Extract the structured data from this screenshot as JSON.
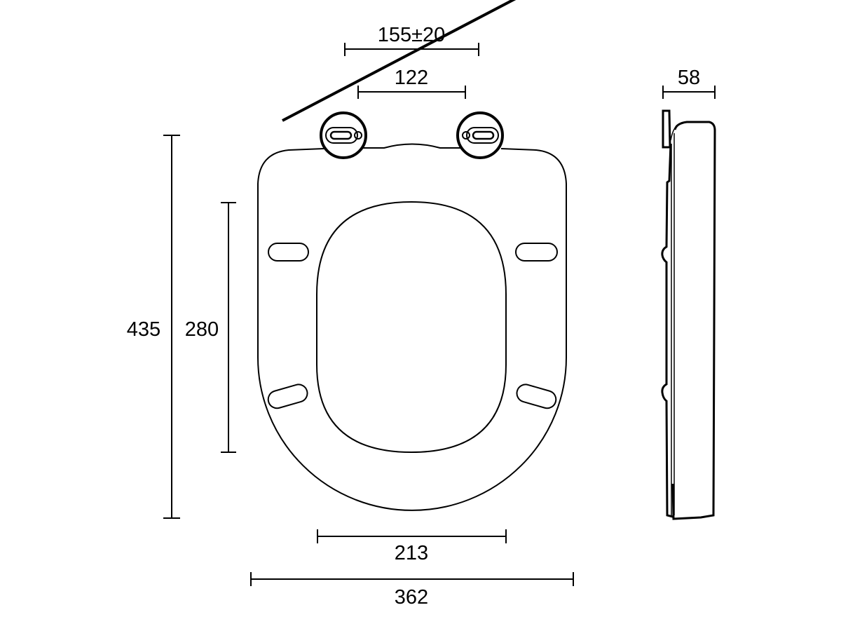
{
  "dimensions": {
    "hinge_spacing_range": "155±20",
    "hinge_spacing": "122",
    "side_depth": "58",
    "total_length": "435",
    "opening_length": "280",
    "opening_width": "213",
    "total_width": "362"
  },
  "colors": {
    "line": "#000000",
    "background": "#ffffff"
  }
}
